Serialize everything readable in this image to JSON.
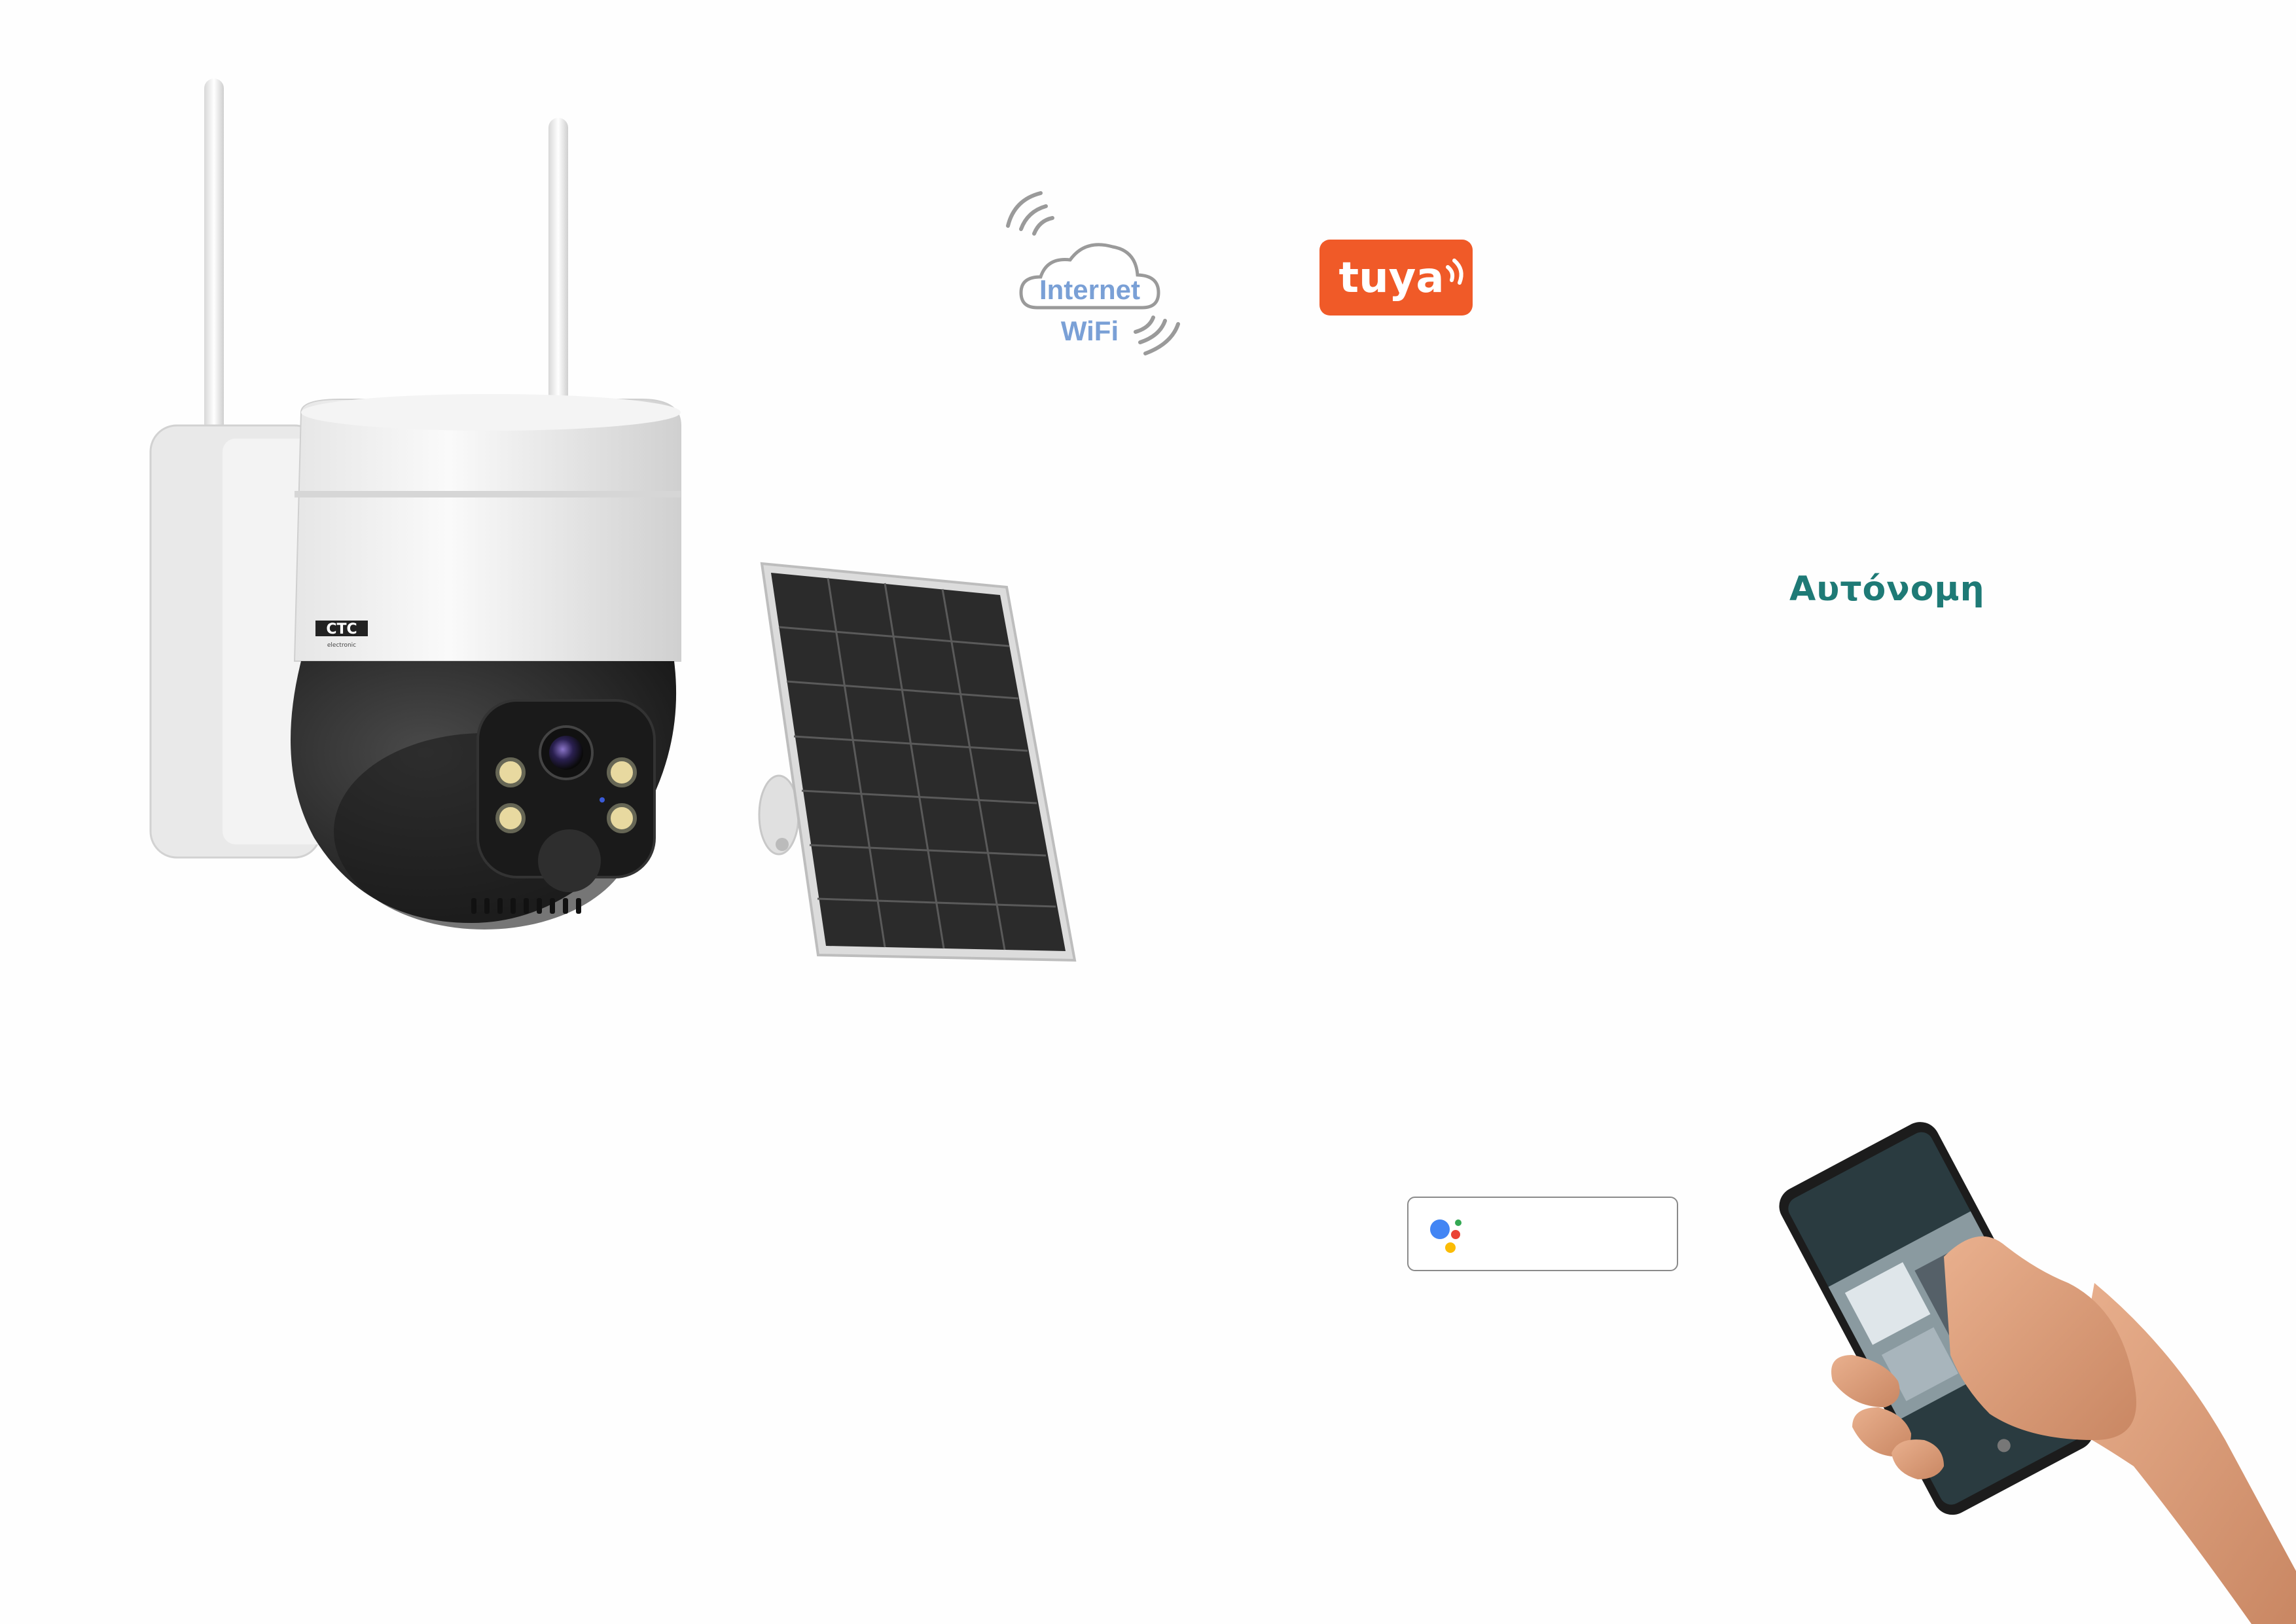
{
  "connectivity": {
    "line1": "Internet",
    "line2": "WiFi"
  },
  "brand": {
    "tuya": "tuya",
    "camera_logo": "CTC",
    "camera_logo_sub": "electronic"
  },
  "heading": "Αυτόνομη",
  "assistant_badge": {
    "icon": "google-assistant-icon",
    "label": ""
  },
  "colors": {
    "heading": "#1e7a76",
    "tuya": "#f05a28",
    "wifi_text": "#7aa0d6"
  }
}
